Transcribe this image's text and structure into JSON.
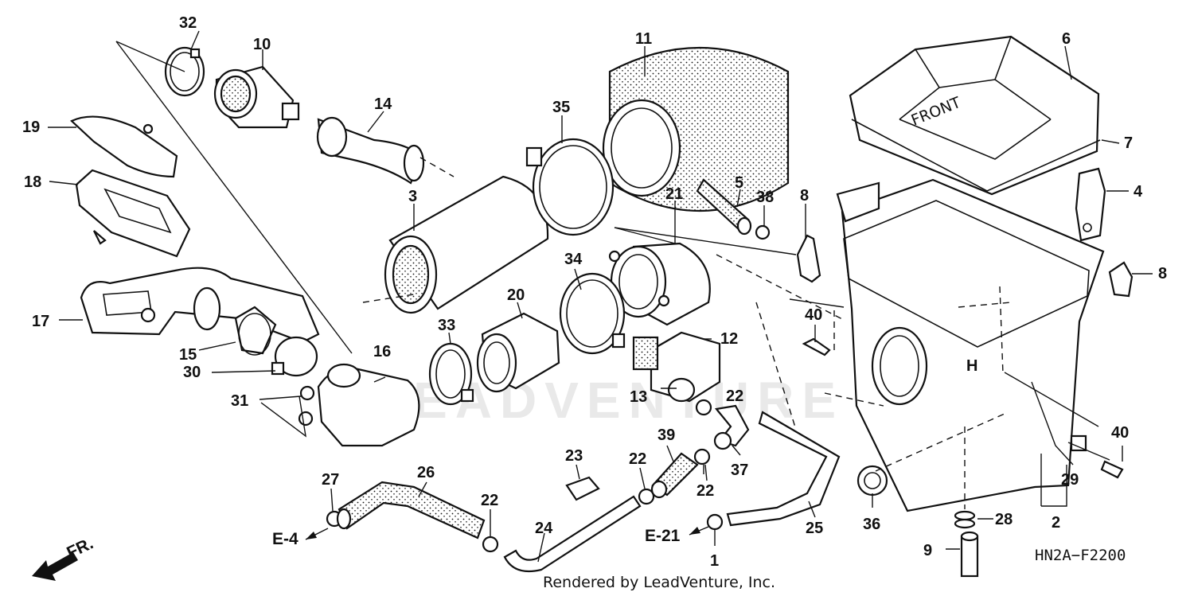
{
  "callouts": [
    {
      "id": "c32",
      "text": "32"
    },
    {
      "id": "c10",
      "text": "10"
    },
    {
      "id": "c14",
      "text": "14"
    },
    {
      "id": "c11",
      "text": "11"
    },
    {
      "id": "c6",
      "text": "6"
    },
    {
      "id": "c19",
      "text": "19"
    },
    {
      "id": "c18",
      "text": "18"
    },
    {
      "id": "c3",
      "text": "3"
    },
    {
      "id": "c35",
      "text": "35"
    },
    {
      "id": "c5",
      "text": "5"
    },
    {
      "id": "c38",
      "text": "38"
    },
    {
      "id": "c8a",
      "text": "8"
    },
    {
      "id": "c7",
      "text": "7"
    },
    {
      "id": "c4",
      "text": "4"
    },
    {
      "id": "c21",
      "text": "21"
    },
    {
      "id": "c34",
      "text": "34"
    },
    {
      "id": "c8b",
      "text": "8"
    },
    {
      "id": "c17",
      "text": "17"
    },
    {
      "id": "c20",
      "text": "20"
    },
    {
      "id": "c40a",
      "text": "40"
    },
    {
      "id": "c15",
      "text": "15"
    },
    {
      "id": "c33",
      "text": "33"
    },
    {
      "id": "c16",
      "text": "16"
    },
    {
      "id": "c12",
      "text": "12"
    },
    {
      "id": "c30",
      "text": "30"
    },
    {
      "id": "c13",
      "text": "13"
    },
    {
      "id": "c22a",
      "text": "22"
    },
    {
      "id": "c31",
      "text": "31"
    },
    {
      "id": "c39",
      "text": "39"
    },
    {
      "id": "c40b",
      "text": "40"
    },
    {
      "id": "c23",
      "text": "23"
    },
    {
      "id": "c22b",
      "text": "22"
    },
    {
      "id": "c37",
      "text": "37"
    },
    {
      "id": "c27",
      "text": "27"
    },
    {
      "id": "c26",
      "text": "26"
    },
    {
      "id": "c22c",
      "text": "22"
    },
    {
      "id": "c22d",
      "text": "22"
    },
    {
      "id": "c29",
      "text": "29"
    },
    {
      "id": "c36",
      "text": "36"
    },
    {
      "id": "c28",
      "text": "28"
    },
    {
      "id": "c2",
      "text": "2"
    },
    {
      "id": "c24",
      "text": "24"
    },
    {
      "id": "c25",
      "text": "25"
    },
    {
      "id": "c1",
      "text": "1"
    },
    {
      "id": "c9",
      "text": "9"
    }
  ],
  "references": {
    "e4": "E-4",
    "e21": "E-21"
  },
  "front_arrow": "FR.",
  "front_mark": "FRONT",
  "drawing_code": "HN2A−F2200",
  "credit": "Rendered by LeadVenture, Inc.",
  "watermark": "LEADVENTURE",
  "colors": {
    "ink": "#111111",
    "watermark": "#e9e9e9",
    "background": "#ffffff"
  }
}
